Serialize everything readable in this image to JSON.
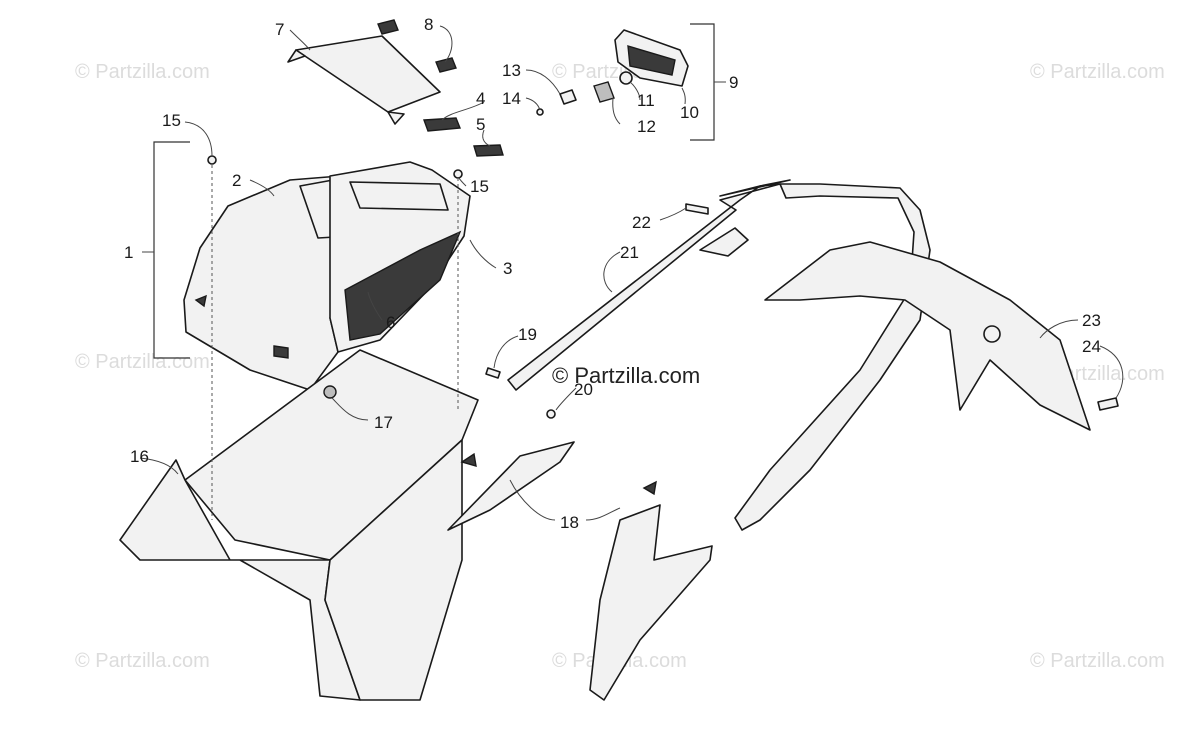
{
  "watermark": "© Partzilla.com",
  "watermark_center": "© Partzilla.com",
  "callouts": [
    "1",
    "2",
    "3",
    "4",
    "5",
    "6",
    "7",
    "8",
    "9",
    "10",
    "11",
    "12",
    "13",
    "14",
    "15",
    "15",
    "16",
    "17",
    "18",
    "19",
    "20",
    "21",
    "22",
    "23",
    "24"
  ],
  "colors": {
    "line": "#1a1a1a",
    "fill": "#f2f2f2",
    "watermark": "#dcdcdc"
  }
}
